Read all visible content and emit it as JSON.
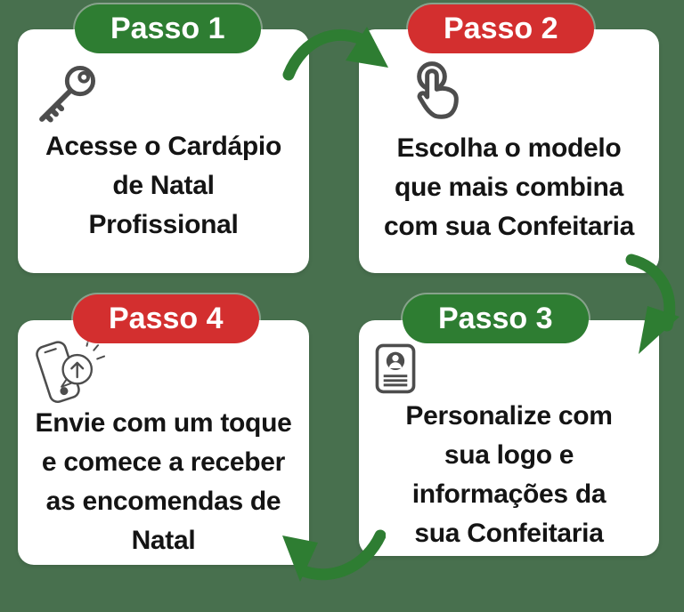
{
  "colors": {
    "background": "#48704E",
    "green": "#2E7D32",
    "red": "#D32F2F",
    "card": "#FFFFFF",
    "text": "#141414",
    "icon": "#4D4D4D",
    "badge_text": "#FFFFFF"
  },
  "steps": [
    {
      "badge": "Passo 1",
      "badge_color": "green",
      "icon": "key-icon",
      "text": "Acesse o Cardápio\nde Natal\nProfissional"
    },
    {
      "badge": "Passo 2",
      "badge_color": "red",
      "icon": "tap-icon",
      "text": "Escolha o modelo\nque mais combina\ncom sua Confeitaria"
    },
    {
      "badge": "Passo 3",
      "badge_color": "green",
      "icon": "id-card-icon",
      "text": "Personalize com\nsua logo e\ninformações da\nsua Confeitaria"
    },
    {
      "badge": "Passo 4",
      "badge_color": "red",
      "icon": "phone-send-icon",
      "text": "Envie com um toque\ne comece a receber\nas encomendas de\nNatal"
    }
  ],
  "arrows": [
    {
      "name": "arrow-step1-to-step2",
      "direction": "curves over gap, points down-right"
    },
    {
      "name": "arrow-step2-to-step3",
      "direction": "curves along right edge, points down-left"
    },
    {
      "name": "arrow-step3-to-step4",
      "direction": "curves under gap, points up-left"
    }
  ]
}
